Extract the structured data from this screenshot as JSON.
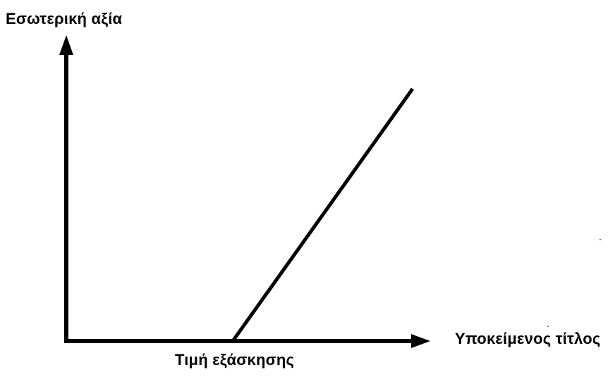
{
  "diagram": {
    "y_axis_label": "Εσωτερική αξία",
    "x_axis_label": "Υποκείμενος τίτλος",
    "strike_label": "Τιμή εξάσκησης"
  },
  "colors": {
    "ink": "#000000",
    "background": "#ffffff"
  }
}
